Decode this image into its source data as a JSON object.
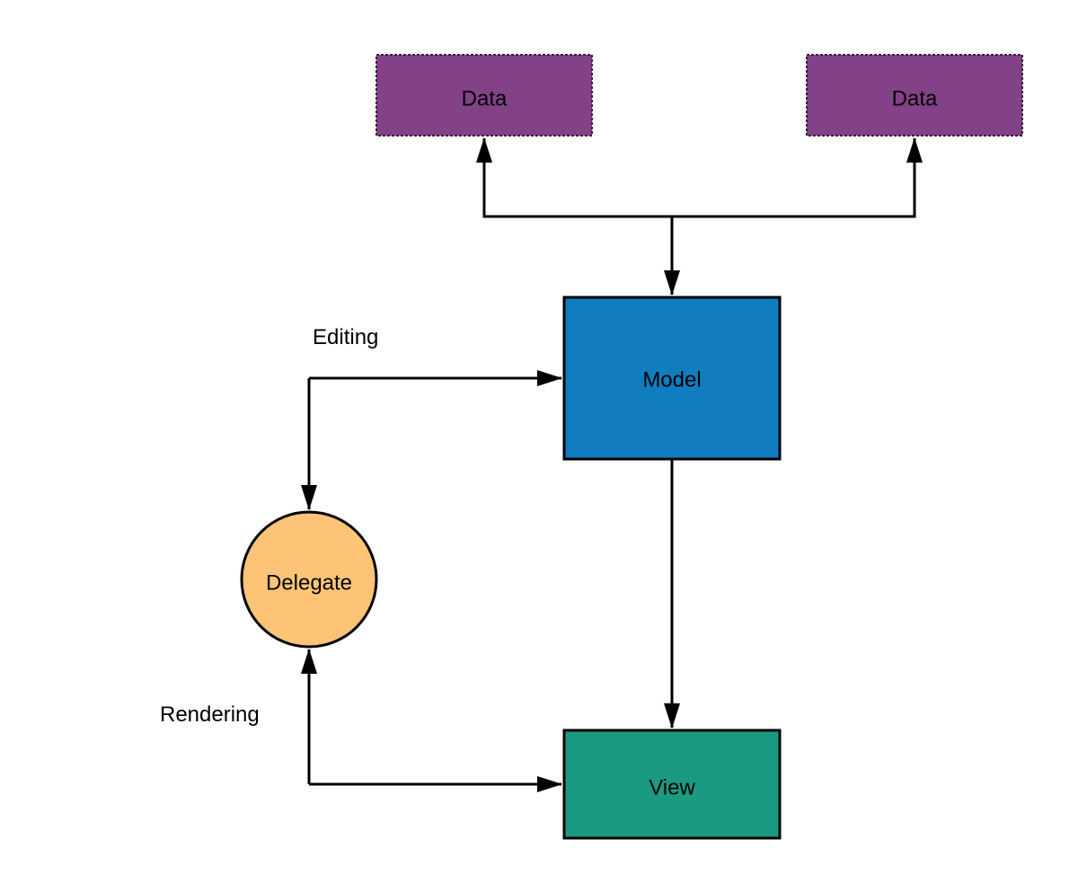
{
  "nodes": {
    "data_left": {
      "label": "Data",
      "color": "#834187"
    },
    "data_right": {
      "label": "Data",
      "color": "#834187"
    },
    "model": {
      "label": "Model",
      "color": "#0f7dbf"
    },
    "delegate": {
      "label": "Delegate",
      "color": "#fdc478"
    },
    "view": {
      "label": "View",
      "color": "#1b9a82"
    }
  },
  "edges": {
    "editing": {
      "label": "Editing"
    },
    "rendering": {
      "label": "Rendering"
    }
  },
  "colors": {
    "stroke": "#000000",
    "background": "#ffffff"
  }
}
